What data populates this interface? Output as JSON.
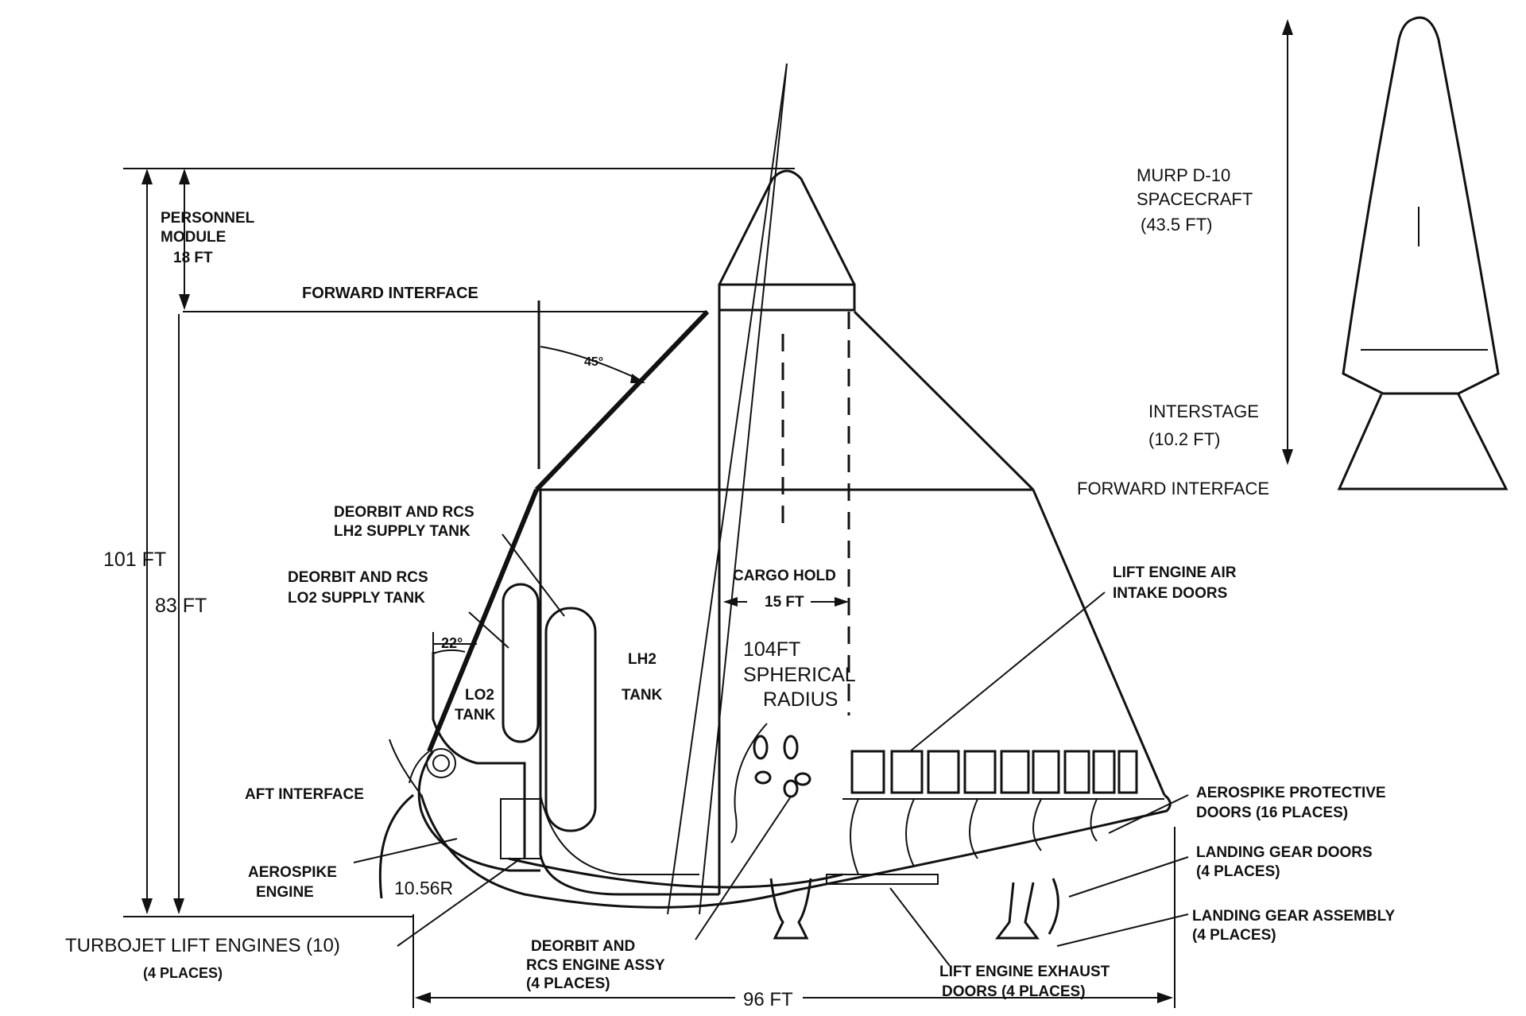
{
  "labels": {
    "personnel_module": [
      "PERSONNEL",
      "MODULE",
      "18 FT"
    ],
    "forward_interface_main": "FORWARD INTERFACE",
    "angle_45": "45°",
    "dim_101": "101 FT",
    "dim_83": "83 FT",
    "deorbit_lh2": [
      "DEORBIT AND RCS",
      "LH2 SUPPLY TANK"
    ],
    "deorbit_lo2": [
      "DEORBIT AND RCS",
      "LO2 SUPPLY TANK"
    ],
    "angle_22": "22°",
    "lo2_tank": [
      "LO2",
      "TANK"
    ],
    "lh2_tank": [
      "LH2",
      "TANK"
    ],
    "cargo_hold": "CARGO HOLD",
    "cargo_width": "15 FT",
    "spherical_radius": [
      "104FT",
      "SPHERICAL",
      "RADIUS"
    ],
    "lift_engine_air": [
      "LIFT ENGINE AIR",
      "INTAKE DOORS"
    ],
    "aft_interface": "AFT INTERFACE",
    "aerospike_engine": [
      "AEROSPIKE",
      "ENGINE"
    ],
    "radius_1056": "10.56R",
    "turbojet": "TURBOJET LIFT ENGINES (10)",
    "turbojet_places": "(4 PLACES)",
    "deorbit_engine": [
      "DEORBIT AND",
      "RCS ENGINE ASSY",
      "(4 PLACES)"
    ],
    "lift_exhaust": [
      "LIFT ENGINE EXHAUST",
      "DOORS (4 PLACES)"
    ],
    "dim_96": "96 FT",
    "aerospike_doors": [
      "AEROSPIKE PROTECTIVE",
      "DOORS (16 PLACES)"
    ],
    "landing_gear_doors": [
      "LANDING GEAR DOORS",
      "(4 PLACES)"
    ],
    "landing_gear_assy": [
      "LANDING GEAR ASSEMBLY",
      "(4 PLACES)"
    ],
    "murp": [
      "MURP D-10",
      "SPACECRAFT",
      "(43.5 FT)"
    ],
    "interstage": [
      "INTERSTAGE",
      "(10.2 FT)"
    ],
    "forward_interface_side": "FORWARD INTERFACE"
  }
}
